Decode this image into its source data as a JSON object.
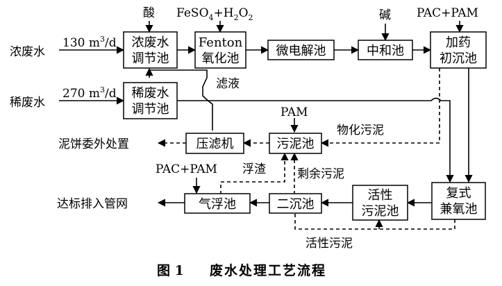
{
  "nodes": {
    "conc_tank": [
      "浓废水",
      "调节池"
    ],
    "fenton": [
      "Fenton",
      "氧化池"
    ],
    "micro": [
      "微电解池"
    ],
    "neutral": [
      "中和池"
    ],
    "primary": [
      "加药",
      "初沉池"
    ],
    "dilute_tank": [
      "稀废水",
      "调节池"
    ],
    "sludge_tank": [
      "污泥池"
    ],
    "filter_press": [
      "压滤机"
    ],
    "air_float": [
      "气浮池"
    ],
    "secondary": [
      "二沉池"
    ],
    "activated": [
      "活性",
      "污泥池"
    ],
    "anoxic": [
      "复式",
      "兼氧池"
    ]
  },
  "labels": {
    "conc_water": "浓废水",
    "conc_flow_num": "130",
    "conc_flow_unit": "m",
    "conc_flow_sup": "3",
    "conc_flow_tail": "/d",
    "dilute_water": "稀废水",
    "dilute_flow_num": "270",
    "dilute_flow_unit": "m",
    "dilute_flow_sup": "3",
    "dilute_flow_tail": "/d",
    "acid": "酸",
    "fenton_reagent_a": "FeSO",
    "fenton_reagent_a_sub": "4",
    "fenton_reagent_b": "+H",
    "fenton_reagent_b_sub": "2",
    "fenton_reagent_c": "O",
    "fenton_reagent_c_sub": "2",
    "alkali": "碱",
    "pac_pam_top": "PAC+PAM",
    "filtrate": "滤液",
    "pam": "PAM",
    "physchem_sludge": "物化污泥",
    "cake_disposal": "泥饼委外处置",
    "pac_pam_bottom": "PAC+PAM",
    "scum": "浮渣",
    "excess_sludge": "剩余污泥",
    "discharge": "达标排入管网",
    "activated_sludge": "活性污泥"
  },
  "caption": {
    "fig": "图 1",
    "title": "废水处理工艺流程"
  }
}
